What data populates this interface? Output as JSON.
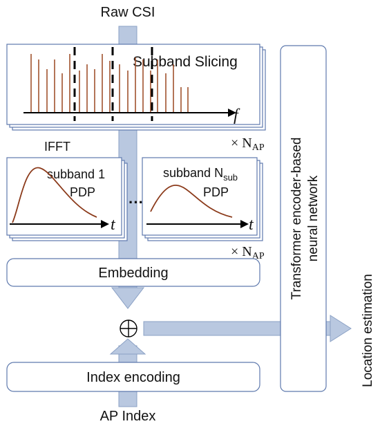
{
  "diagram": {
    "input_label": "Raw CSI",
    "slicing_label": "Subband Slicing",
    "freq_axis": "f",
    "repeat_label": "× N",
    "repeat_sub": "AP",
    "ifft_label": "IFFT",
    "subband1_name": "subband 1",
    "subbandN_name": "subband N",
    "subbandN_sub": "sub",
    "pdp_label": "PDP",
    "time_axis": "t",
    "ellipsis": "···",
    "embedding_label": "Embedding",
    "sum_symbol": "⊕",
    "index_encoding_label": "Index encoding",
    "ap_index_label": "AP Index",
    "transformer_label_1": "Transformer encoder-based",
    "transformer_label_2": "neural network",
    "output_label": "Location estimation"
  },
  "colors": {
    "arrow_fill": "#b9c8e0",
    "arrow_stroke": "#8aa0c4",
    "box_stroke": "#5e79ad",
    "stem": "#a0522d",
    "curve": "#8b3a1a"
  }
}
